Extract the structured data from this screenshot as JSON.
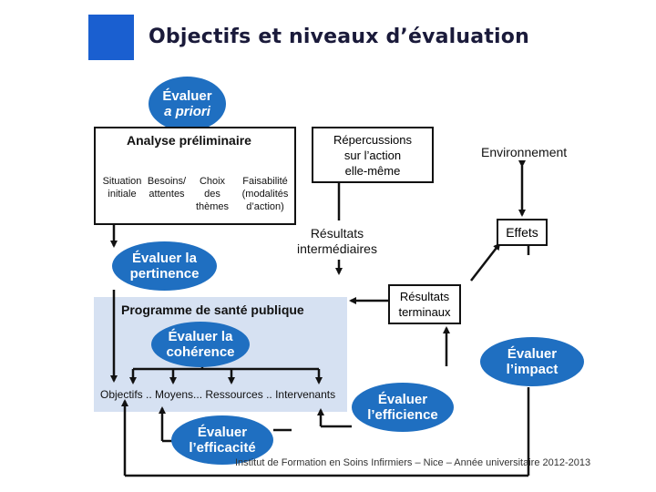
{
  "title": "Objectifs et niveaux d’évaluation",
  "colors": {
    "accent": "#1f6fc1",
    "logo": "#1a5fd0",
    "panel": "#d6e1f2"
  },
  "bubbles": {
    "a_priori": {
      "line1": "Évaluer",
      "line2": "a priori"
    },
    "pertinence": {
      "line1": "Évaluer la",
      "line2": "pertinence"
    },
    "coherence": {
      "line1": "Évaluer la",
      "line2": "cohérence"
    },
    "efficience": {
      "line1": "Évaluer",
      "line2": "l’efficience"
    },
    "efficacite": {
      "line1": "Évaluer",
      "line2": "l’efficacité"
    },
    "impact": {
      "line1": "Évaluer",
      "line2": "l’impact"
    }
  },
  "analyse": {
    "title": "Analyse préliminaire",
    "items": [
      {
        "l1": "Situation",
        "l2": "initiale",
        "l3": ""
      },
      {
        "l1": "Besoins/",
        "l2": "attentes",
        "l3": ""
      },
      {
        "l1": "Choix",
        "l2": "des",
        "l3": "thèmes"
      },
      {
        "l1": "Faisabilité",
        "l2": "(modalités",
        "l3": "d’action)"
      }
    ]
  },
  "repercussions": {
    "l1": "Répercussions",
    "l2": "sur l’action",
    "l3": "elle-même"
  },
  "environnement": "Environnement",
  "effets": "Effets",
  "resultats_intermediaires": {
    "l1": "Résultats",
    "l2": "intermédiaires"
  },
  "resultats_terminaux": {
    "l1": "Résultats",
    "l2": "terminaux"
  },
  "programme": {
    "title": "Programme de santé publique",
    "items": "Objectifs .. Moyens... Ressources .. Intervenants"
  },
  "footer": "Institut de Formation en Soins Infirmiers – Nice – Année universitaire 2012-2013"
}
